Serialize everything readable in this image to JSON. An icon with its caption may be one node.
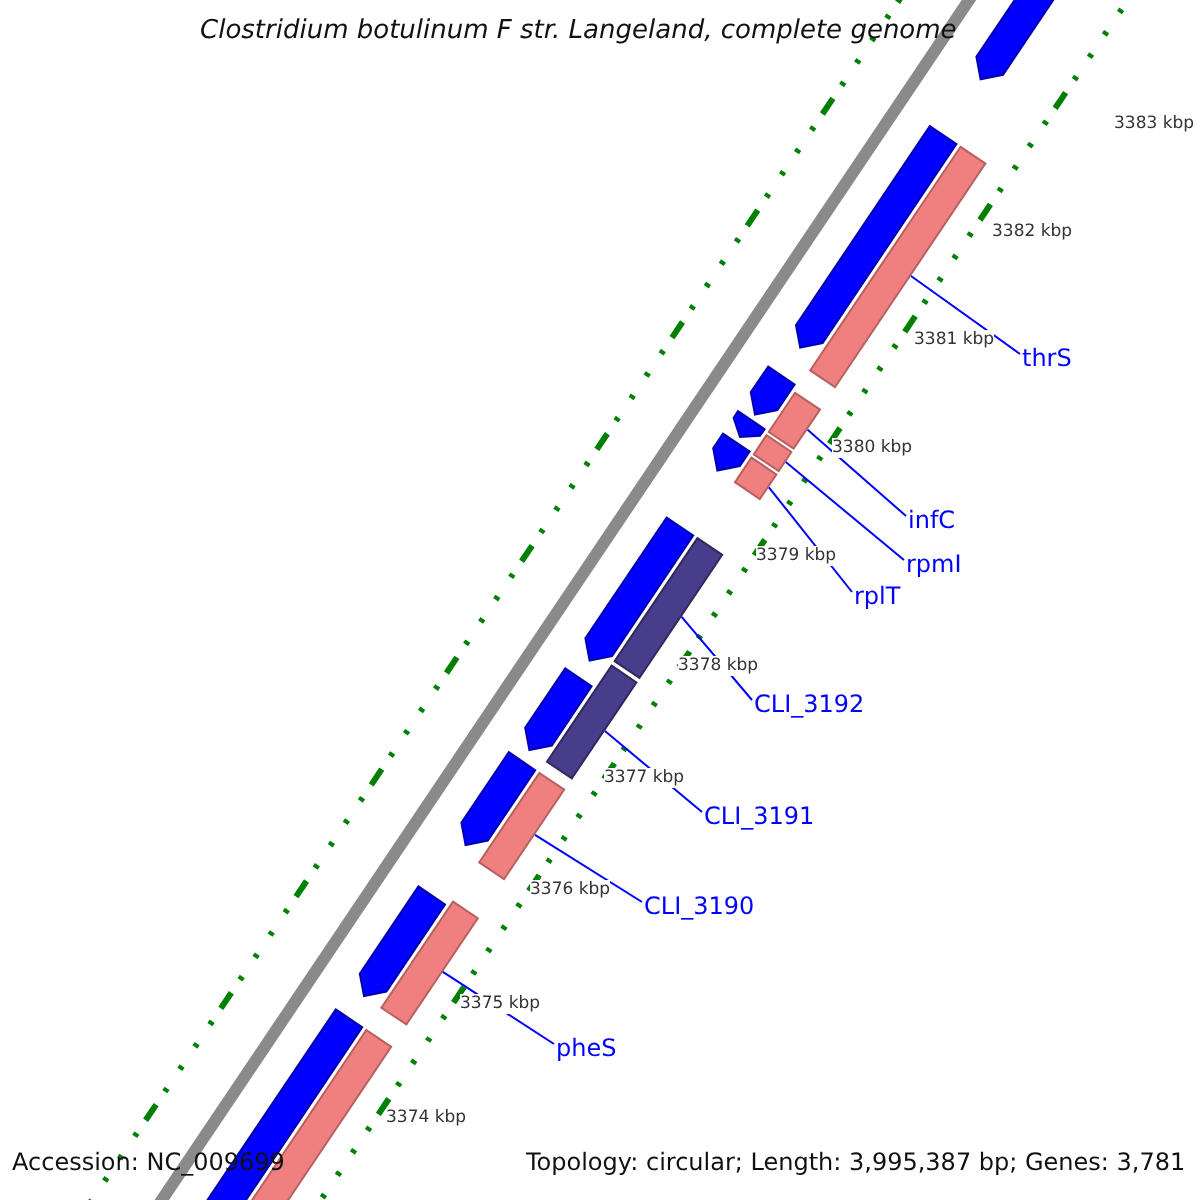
{
  "diagram": {
    "title": "Clostridium botulinum F str. Langeland, complete genome",
    "nodes": [
      {
        "text": [],
        "shape": "arrow"
      },
      {
        "text": [],
        "shape": "arrow"
      },
      {
        "text": [],
        "shape": "bar"
      },
      {
        "text": [],
        "shape": "arrow"
      },
      {
        "text": [],
        "shape": "bar"
      },
      {
        "text": [],
        "shape": "arrow"
      },
      {
        "text": [],
        "shape": "bar"
      },
      {
        "text": [],
        "shape": "arrow"
      },
      {
        "text": [],
        "shape": "bar"
      },
      {
        "text": [],
        "shape": "arrow"
      },
      {
        "text": [],
        "shape": "bar"
      },
      {
        "text": [],
        "shape": "arrow"
      },
      {
        "text": [],
        "shape": "bar"
      },
      {
        "text": [],
        "shape": "arrow"
      },
      {
        "text": [],
        "shape": "bar"
      },
      {
        "text": [],
        "shape": "arrow"
      },
      {
        "text": [],
        "shape": "bar"
      },
      {
        "text": [],
        "shape": "arrow"
      },
      {
        "text": [],
        "shape": "bar"
      },
      {
        "text": [
          "thrS"
        ]
      },
      {
        "text": [
          "infC"
        ]
      },
      {
        "text": [
          "rpmI"
        ]
      },
      {
        "text": [
          "rplT"
        ]
      },
      {
        "text": [
          "CLI_3192"
        ]
      },
      {
        "text": [
          "CLI_3191"
        ]
      },
      {
        "text": [
          "CLI_3190"
        ]
      },
      {
        "text": [
          "pheS"
        ]
      }
    ],
    "edges": [
      {
        "from": 19,
        "to": 2,
        "arrow": "none"
      },
      {
        "from": 20,
        "to": 4,
        "arrow": "none"
      },
      {
        "from": 21,
        "to": 6,
        "arrow": "none"
      },
      {
        "from": 22,
        "to": 8,
        "arrow": "none"
      },
      {
        "from": 23,
        "to": 10,
        "arrow": "none"
      },
      {
        "from": 24,
        "to": 12,
        "arrow": "none"
      },
      {
        "from": 25,
        "to": 14,
        "arrow": "none"
      },
      {
        "from": 26,
        "to": 16,
        "arrow": "none"
      }
    ],
    "labels": [
      "3383 kbp",
      "3382 kbp",
      "3381 kbp",
      "3380 kbp",
      "3379 kbp",
      "3378 kbp",
      "3377 kbp",
      "3376 kbp",
      "3375 kbp",
      "3374 kbp",
      "Accession: NC_009699",
      "Topology: circular; Length: 3,995,387 bp; Genes: 3,781"
    ]
  }
}
